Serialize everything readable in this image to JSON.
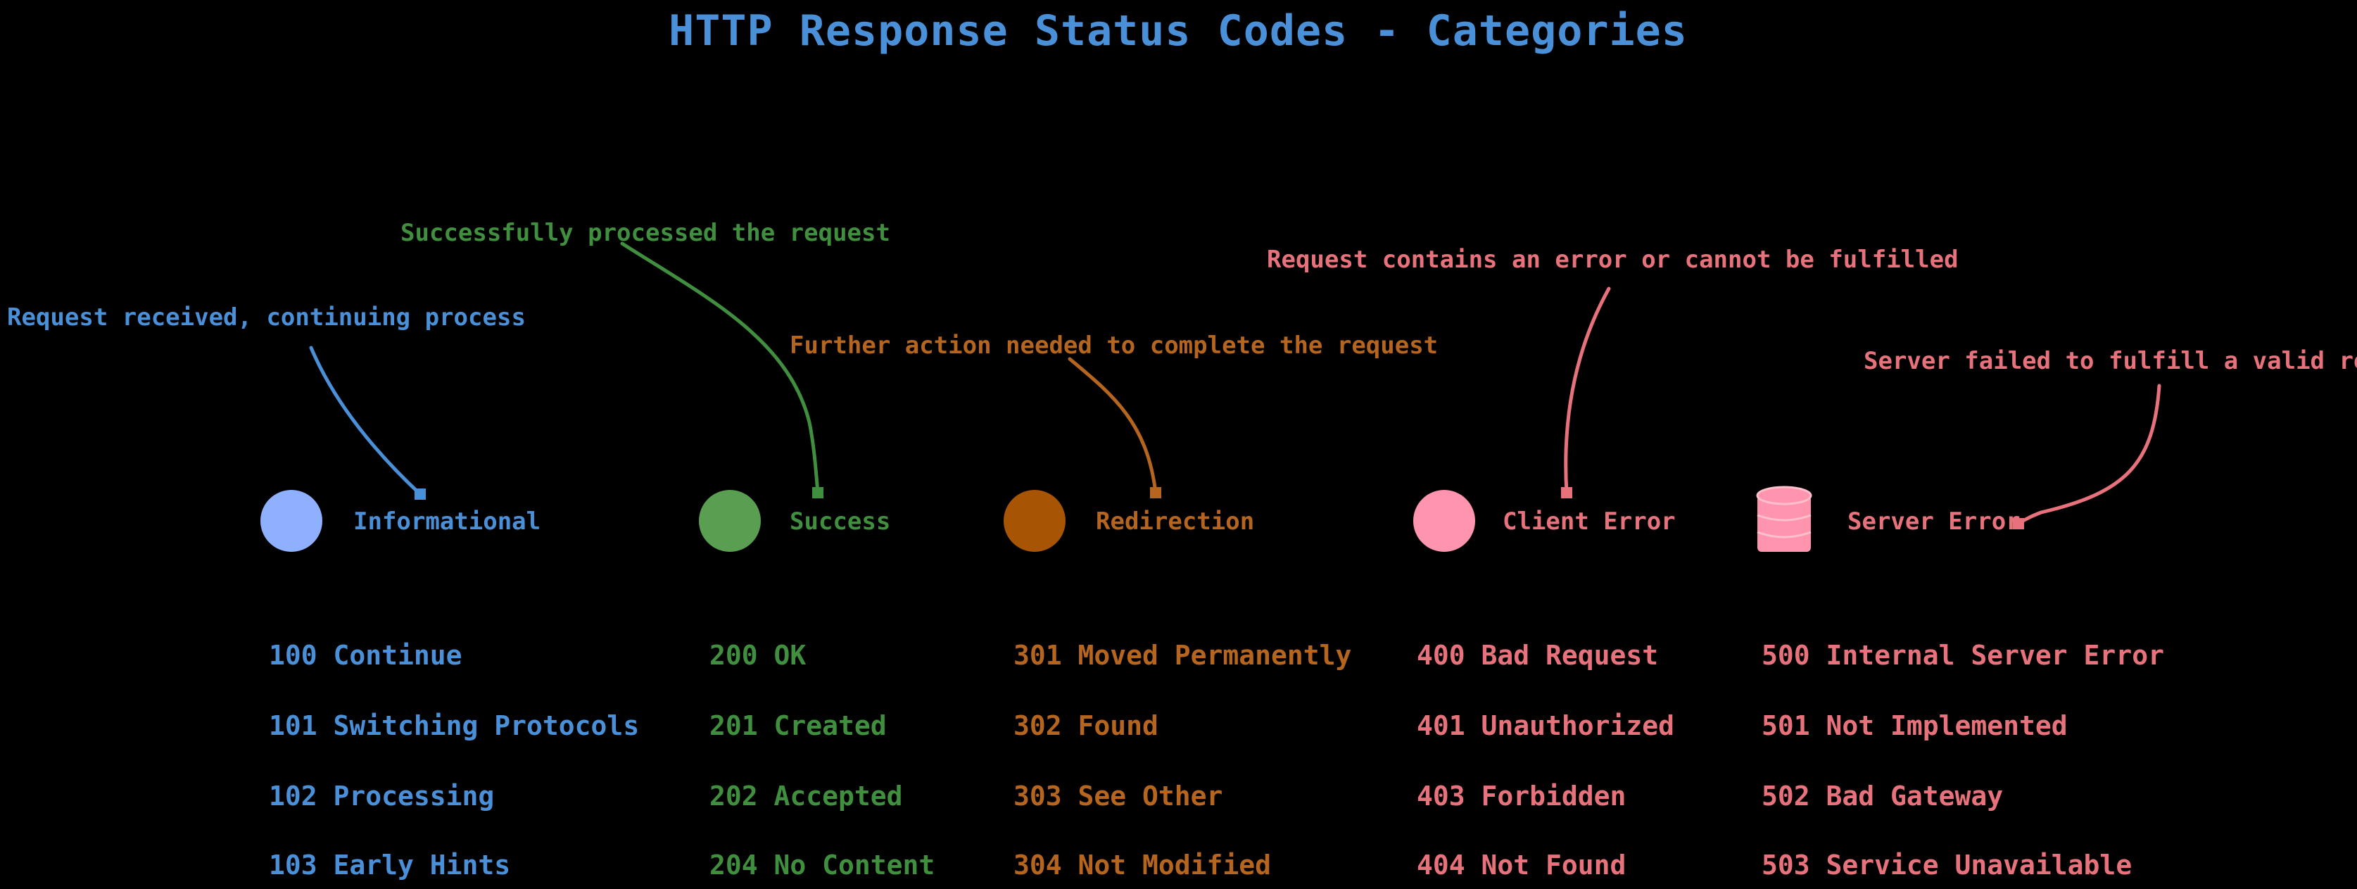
{
  "title": "HTTP Response Status Codes - Categories",
  "colors": {
    "background": "#000000",
    "title": "#4a90d9"
  },
  "categories": [
    {
      "id": "informational",
      "name": "Informational",
      "description": "Request received, continuing process",
      "icon": "circle",
      "color": "#4a90d9",
      "marker_fill": "#8fb0ff",
      "codes": [
        "100 Continue",
        "101 Switching Protocols",
        "102 Processing",
        "103 Early Hints"
      ]
    },
    {
      "id": "success",
      "name": "Success",
      "description": "Successfully processed the request",
      "icon": "circle",
      "color": "#3f8f3f",
      "marker_fill": "#5a9e52",
      "codes": [
        "200 OK",
        "201 Created",
        "202 Accepted",
        "204 No Content"
      ]
    },
    {
      "id": "redirection",
      "name": "Redirection",
      "description": "Further action needed to complete the request",
      "icon": "circle",
      "color": "#b5651d",
      "marker_fill": "#a85405",
      "codes": [
        "301 Moved Permanently",
        "302 Found",
        "303 See Other",
        "304 Not Modified"
      ]
    },
    {
      "id": "client-error",
      "name": "Client Error",
      "description": "Request contains an error or cannot be fulfilled",
      "icon": "circle",
      "color": "#e8727c",
      "marker_fill": "#ff94ae",
      "codes": [
        "400 Bad Request",
        "401 Unauthorized",
        "403 Forbidden",
        "404 Not Found"
      ]
    },
    {
      "id": "server-error",
      "name": "Server Error",
      "description": "Server failed to fulfill a valid request",
      "icon": "database-icon",
      "color": "#e8727c",
      "marker_fill": "#ff94ae",
      "codes": [
        "500 Internal Server Error",
        "501 Not Implemented",
        "502 Bad Gateway",
        "503 Service Unavailable"
      ]
    }
  ]
}
